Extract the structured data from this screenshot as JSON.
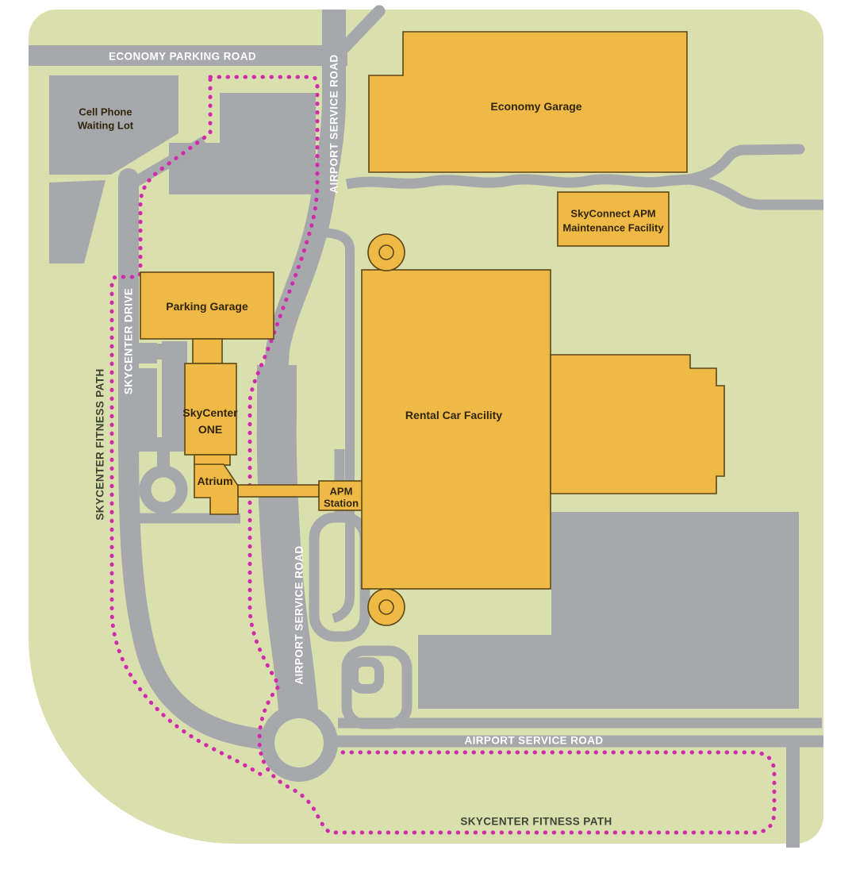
{
  "map": {
    "roads": {
      "economy_parking_road": {
        "label": "ECONOMY PARKING ROAD"
      },
      "airport_service_road_top": {
        "label": "AIRPORT SERVICE ROAD"
      },
      "airport_service_road_mid": {
        "label": "AIRPORT SERVICE ROAD"
      },
      "airport_service_road_bottom": {
        "label": "AIRPORT SERVICE ROAD"
      },
      "skycenter_drive": {
        "label": "SKYCENTER DRIVE"
      }
    },
    "trails": {
      "fitness_path_left": {
        "label": "SKYCENTER FITNESS PATH"
      },
      "fitness_path_bottom": {
        "label": "SKYCENTER FITNESS PATH"
      }
    },
    "buildings": {
      "economy_garage": {
        "label": "Economy Garage"
      },
      "cell_phone_waiting_lot": {
        "line1": "Cell Phone",
        "line2": "Waiting Lot"
      },
      "skyconnect_apm_maintenance_facility": {
        "line1": "SkyConnect APM",
        "line2": "Maintenance Facility"
      },
      "parking_garage": {
        "label": "Parking Garage"
      },
      "skycenter_one": {
        "line1": "SkyCenter",
        "line2": "ONE"
      },
      "atrium": {
        "label": "Atrium"
      },
      "apm_station": {
        "line1": "APM",
        "line2": "Station"
      },
      "rental_car_facility": {
        "label": "Rental Car Facility"
      }
    },
    "colors": {
      "land": "#d9dfad",
      "road": "#a7a8ac",
      "building": "#eeba45",
      "building_outline": "#5d4718",
      "fitness_path": "#d02bac",
      "road_label": "#ffffff",
      "land_label": "#3d4536",
      "building_label": "#33250b"
    }
  }
}
